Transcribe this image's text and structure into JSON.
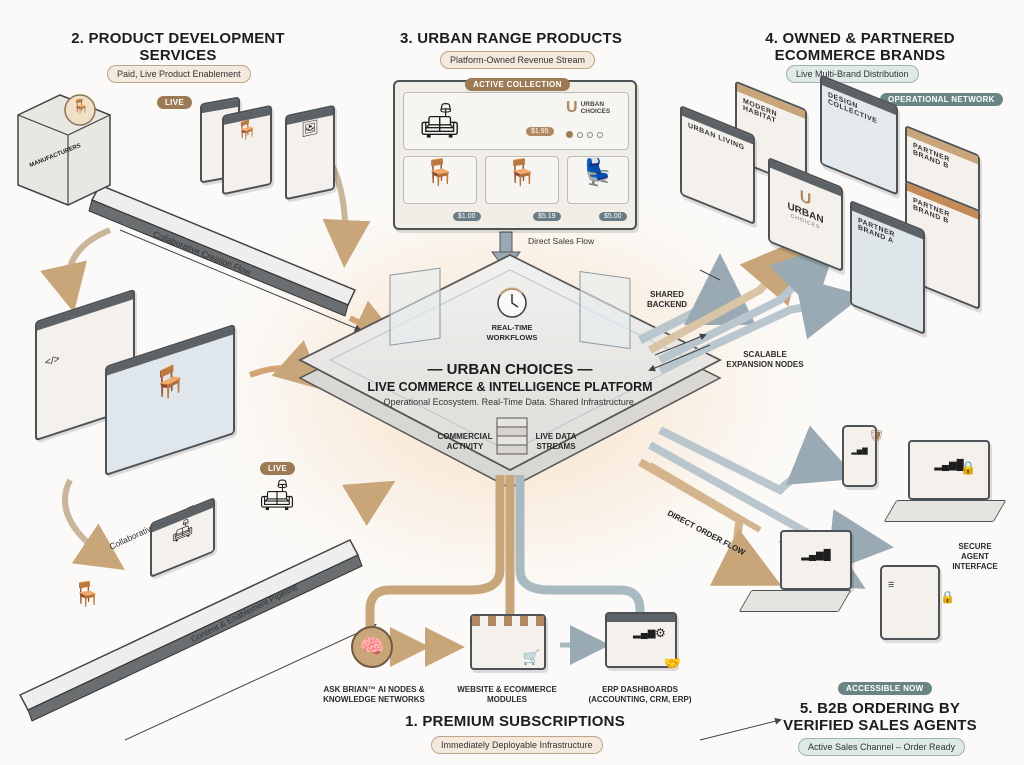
{
  "diagram": {
    "center": {
      "title": "— URBAN CHOICES —",
      "subtitle": "LIVE COMMERCE & INTELLIGENCE PLATFORM",
      "tagline": "Operational Ecosystem. Real-Time Data. Shared Infrastructure.",
      "realtime_label": "REAL-TIME WORKFLOWS",
      "commercial_label": "COMMERCIAL ACTIVITY",
      "livedata_label": "LIVE DATA STREAMS"
    },
    "sections": {
      "premium": {
        "title": "1. PREMIUM SUBSCRIPTIONS",
        "pill": "Immediately Deployable Infrastructure",
        "modules": [
          {
            "label": "ASK BRIAN™ AI NODES & KNOWLEDGE NETWORKS",
            "icon": "brain-network-icon"
          },
          {
            "label": "WEBSITE & ECOMMERCE MODULES",
            "icon": "storefront-icon"
          },
          {
            "label": "ERP DASHBOARDS (ACCOUNTING, CRM, ERP)",
            "icon": "dashboard-icon"
          }
        ]
      },
      "product_dev": {
        "title_line1": "2. PRODUCT DEVELOPMENT",
        "title_line2": "SERVICES",
        "pill": "Paid, Live Product Enablement",
        "badge": "LIVE",
        "factory_label": "MANUFACTURERS",
        "flow1": "Collaborative Creation Flow",
        "flow2": "Collaborative Creation Flow",
        "flow3": "Content & Enablement Pipeline",
        "badge2": "LIVE"
      },
      "urban_range": {
        "title": "3. URBAN RANGE PRODUCTS",
        "pill": "Platform-Owned Revenue Stream",
        "badge": "ACTIVE COLLECTION",
        "brand_line1": "URBAN",
        "brand_line2": "CHOICES",
        "hero_price": "$1.95",
        "prices": [
          "$1.00",
          "$5.19",
          "$5.00"
        ],
        "flow": "Direct Sales Flow"
      },
      "brands": {
        "title_line1": "4. OWNED & PARTNERED",
        "title_line2": "ECOMMERCE BRANDS",
        "pill": "Live Multi-Brand Distribution",
        "badge": "OPERATIONAL NETWORK",
        "windows": [
          "URBAN LIVING",
          "MODERN HABITAT",
          "DESIGN COLLECTIVE",
          "PARTNER BRAND B",
          "PARTNER BRAND B",
          "PARTNER BRAND A"
        ],
        "center_brand_line1": "URBAN",
        "center_brand_line2": "CHOICES",
        "shared_backend": "SHARED BACKEND",
        "expansion": "SCALABLE EXPANSION NODES"
      },
      "b2b": {
        "badge": "ACCESSIBLE NOW",
        "title_line1": "5. B2B ORDERING BY",
        "title_line2": "VERIFIED SALES AGENTS",
        "pill": "Active Sales Channel – Order Ready",
        "secure_label": "SECURE AGENT INTERFACE",
        "flow": "DIRECT ORDER FLOW"
      }
    },
    "colors": {
      "gold": "#9c7a53",
      "tan": "#c9a67a",
      "slate": "#6a8684",
      "steel": "#8fa4b0",
      "ink": "#4d5256"
    }
  }
}
